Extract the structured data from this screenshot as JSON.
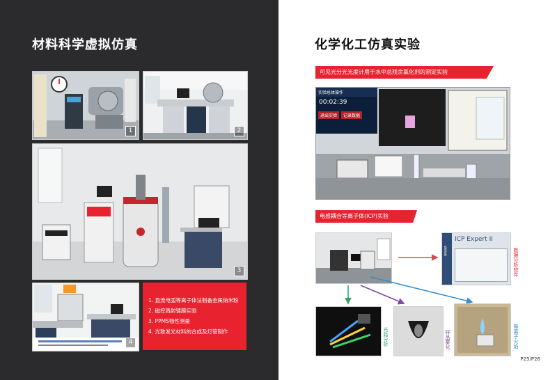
{
  "left": {
    "title": "材料科学虚拟仿真",
    "photos": [
      {
        "number": "1"
      },
      {
        "number": "2"
      },
      {
        "number": "3"
      },
      {
        "number": "4"
      }
    ],
    "list": [
      "1. 直流电弧等离子体法制备金属纳米粉",
      "2. 磁控溅射镀膜实验",
      "3. PPMS物性测量",
      "4. 光致发光材料的合成及灯管制作"
    ]
  },
  "right": {
    "title": "化学化工仿真实验",
    "exp1": {
      "banner": "可见光分光光度计用于水中总残余氯化剂的测定实验",
      "panel_title": "实验总体操作",
      "timer": "00:02:39",
      "btn_a": "退出实验",
      "btn_b": "记录数据"
    },
    "exp2": {
      "banner": "电感耦合等离子体(ICP)实验",
      "software": "ICP Expert II",
      "brand": "VARIAN",
      "label_software": "数据分析软件",
      "label_optics": "光路分析",
      "label_atomize": "样品雾化",
      "label_plasma": "等离子火焰"
    },
    "page": "P25/P26"
  },
  "colors": {
    "accent": "#e8232f",
    "dark": "#2b2b2d"
  }
}
